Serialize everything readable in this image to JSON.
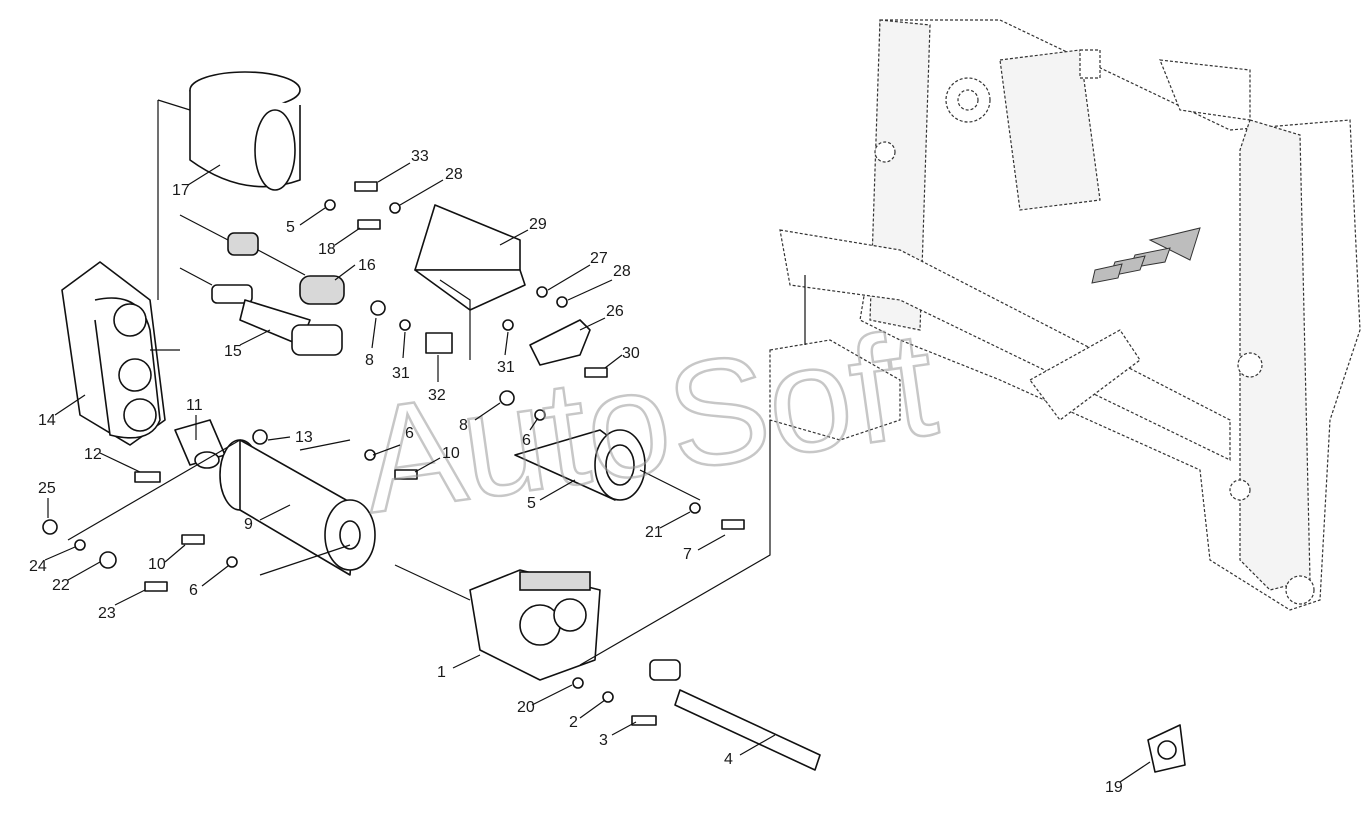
{
  "watermark": "AutoSoft",
  "callouts": [
    {
      "id": "c1",
      "text": "1"
    },
    {
      "id": "c2",
      "text": "2"
    },
    {
      "id": "c3",
      "text": "3"
    },
    {
      "id": "c4",
      "text": "4"
    },
    {
      "id": "c5a",
      "text": "5"
    },
    {
      "id": "c5b",
      "text": "5"
    },
    {
      "id": "c6a",
      "text": "6"
    },
    {
      "id": "c6b",
      "text": "6"
    },
    {
      "id": "c6c",
      "text": "6"
    },
    {
      "id": "c7",
      "text": "7"
    },
    {
      "id": "c8a",
      "text": "8"
    },
    {
      "id": "c8b",
      "text": "8"
    },
    {
      "id": "c9",
      "text": "9"
    },
    {
      "id": "c10a",
      "text": "10"
    },
    {
      "id": "c10b",
      "text": "10"
    },
    {
      "id": "c11",
      "text": "11"
    },
    {
      "id": "c12",
      "text": "12"
    },
    {
      "id": "c13",
      "text": "13"
    },
    {
      "id": "c14",
      "text": "14"
    },
    {
      "id": "c15",
      "text": "15"
    },
    {
      "id": "c16",
      "text": "16"
    },
    {
      "id": "c17",
      "text": "17"
    },
    {
      "id": "c18",
      "text": "18"
    },
    {
      "id": "c19",
      "text": "19"
    },
    {
      "id": "c20",
      "text": "20"
    },
    {
      "id": "c21",
      "text": "21"
    },
    {
      "id": "c22",
      "text": "22"
    },
    {
      "id": "c23",
      "text": "23"
    },
    {
      "id": "c24",
      "text": "24"
    },
    {
      "id": "c25",
      "text": "25"
    },
    {
      "id": "c26",
      "text": "26"
    },
    {
      "id": "c27",
      "text": "27"
    },
    {
      "id": "c28a",
      "text": "28"
    },
    {
      "id": "c28b",
      "text": "28"
    },
    {
      "id": "c29",
      "text": "29"
    },
    {
      "id": "c30",
      "text": "30"
    },
    {
      "id": "c31a",
      "text": "31"
    },
    {
      "id": "c31b",
      "text": "31"
    },
    {
      "id": "c32",
      "text": "32"
    },
    {
      "id": "c33",
      "text": "33"
    }
  ]
}
